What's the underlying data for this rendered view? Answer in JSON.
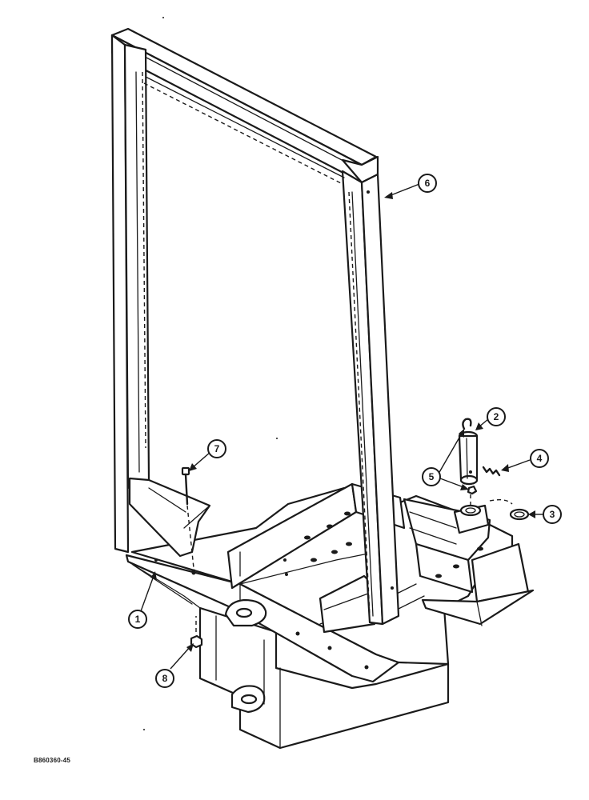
{
  "callouts": [
    {
      "id": "1",
      "label": "1"
    },
    {
      "id": "2",
      "label": "2"
    },
    {
      "id": "3",
      "label": "3"
    },
    {
      "id": "4",
      "label": "4"
    },
    {
      "id": "5",
      "label": "5"
    },
    {
      "id": "6",
      "label": "6"
    },
    {
      "id": "7",
      "label": "7"
    },
    {
      "id": "8",
      "label": "8"
    }
  ],
  "figure_code": "B860360-45",
  "colors": {
    "ink": "#1a1a1a",
    "background": "#ffffff"
  }
}
